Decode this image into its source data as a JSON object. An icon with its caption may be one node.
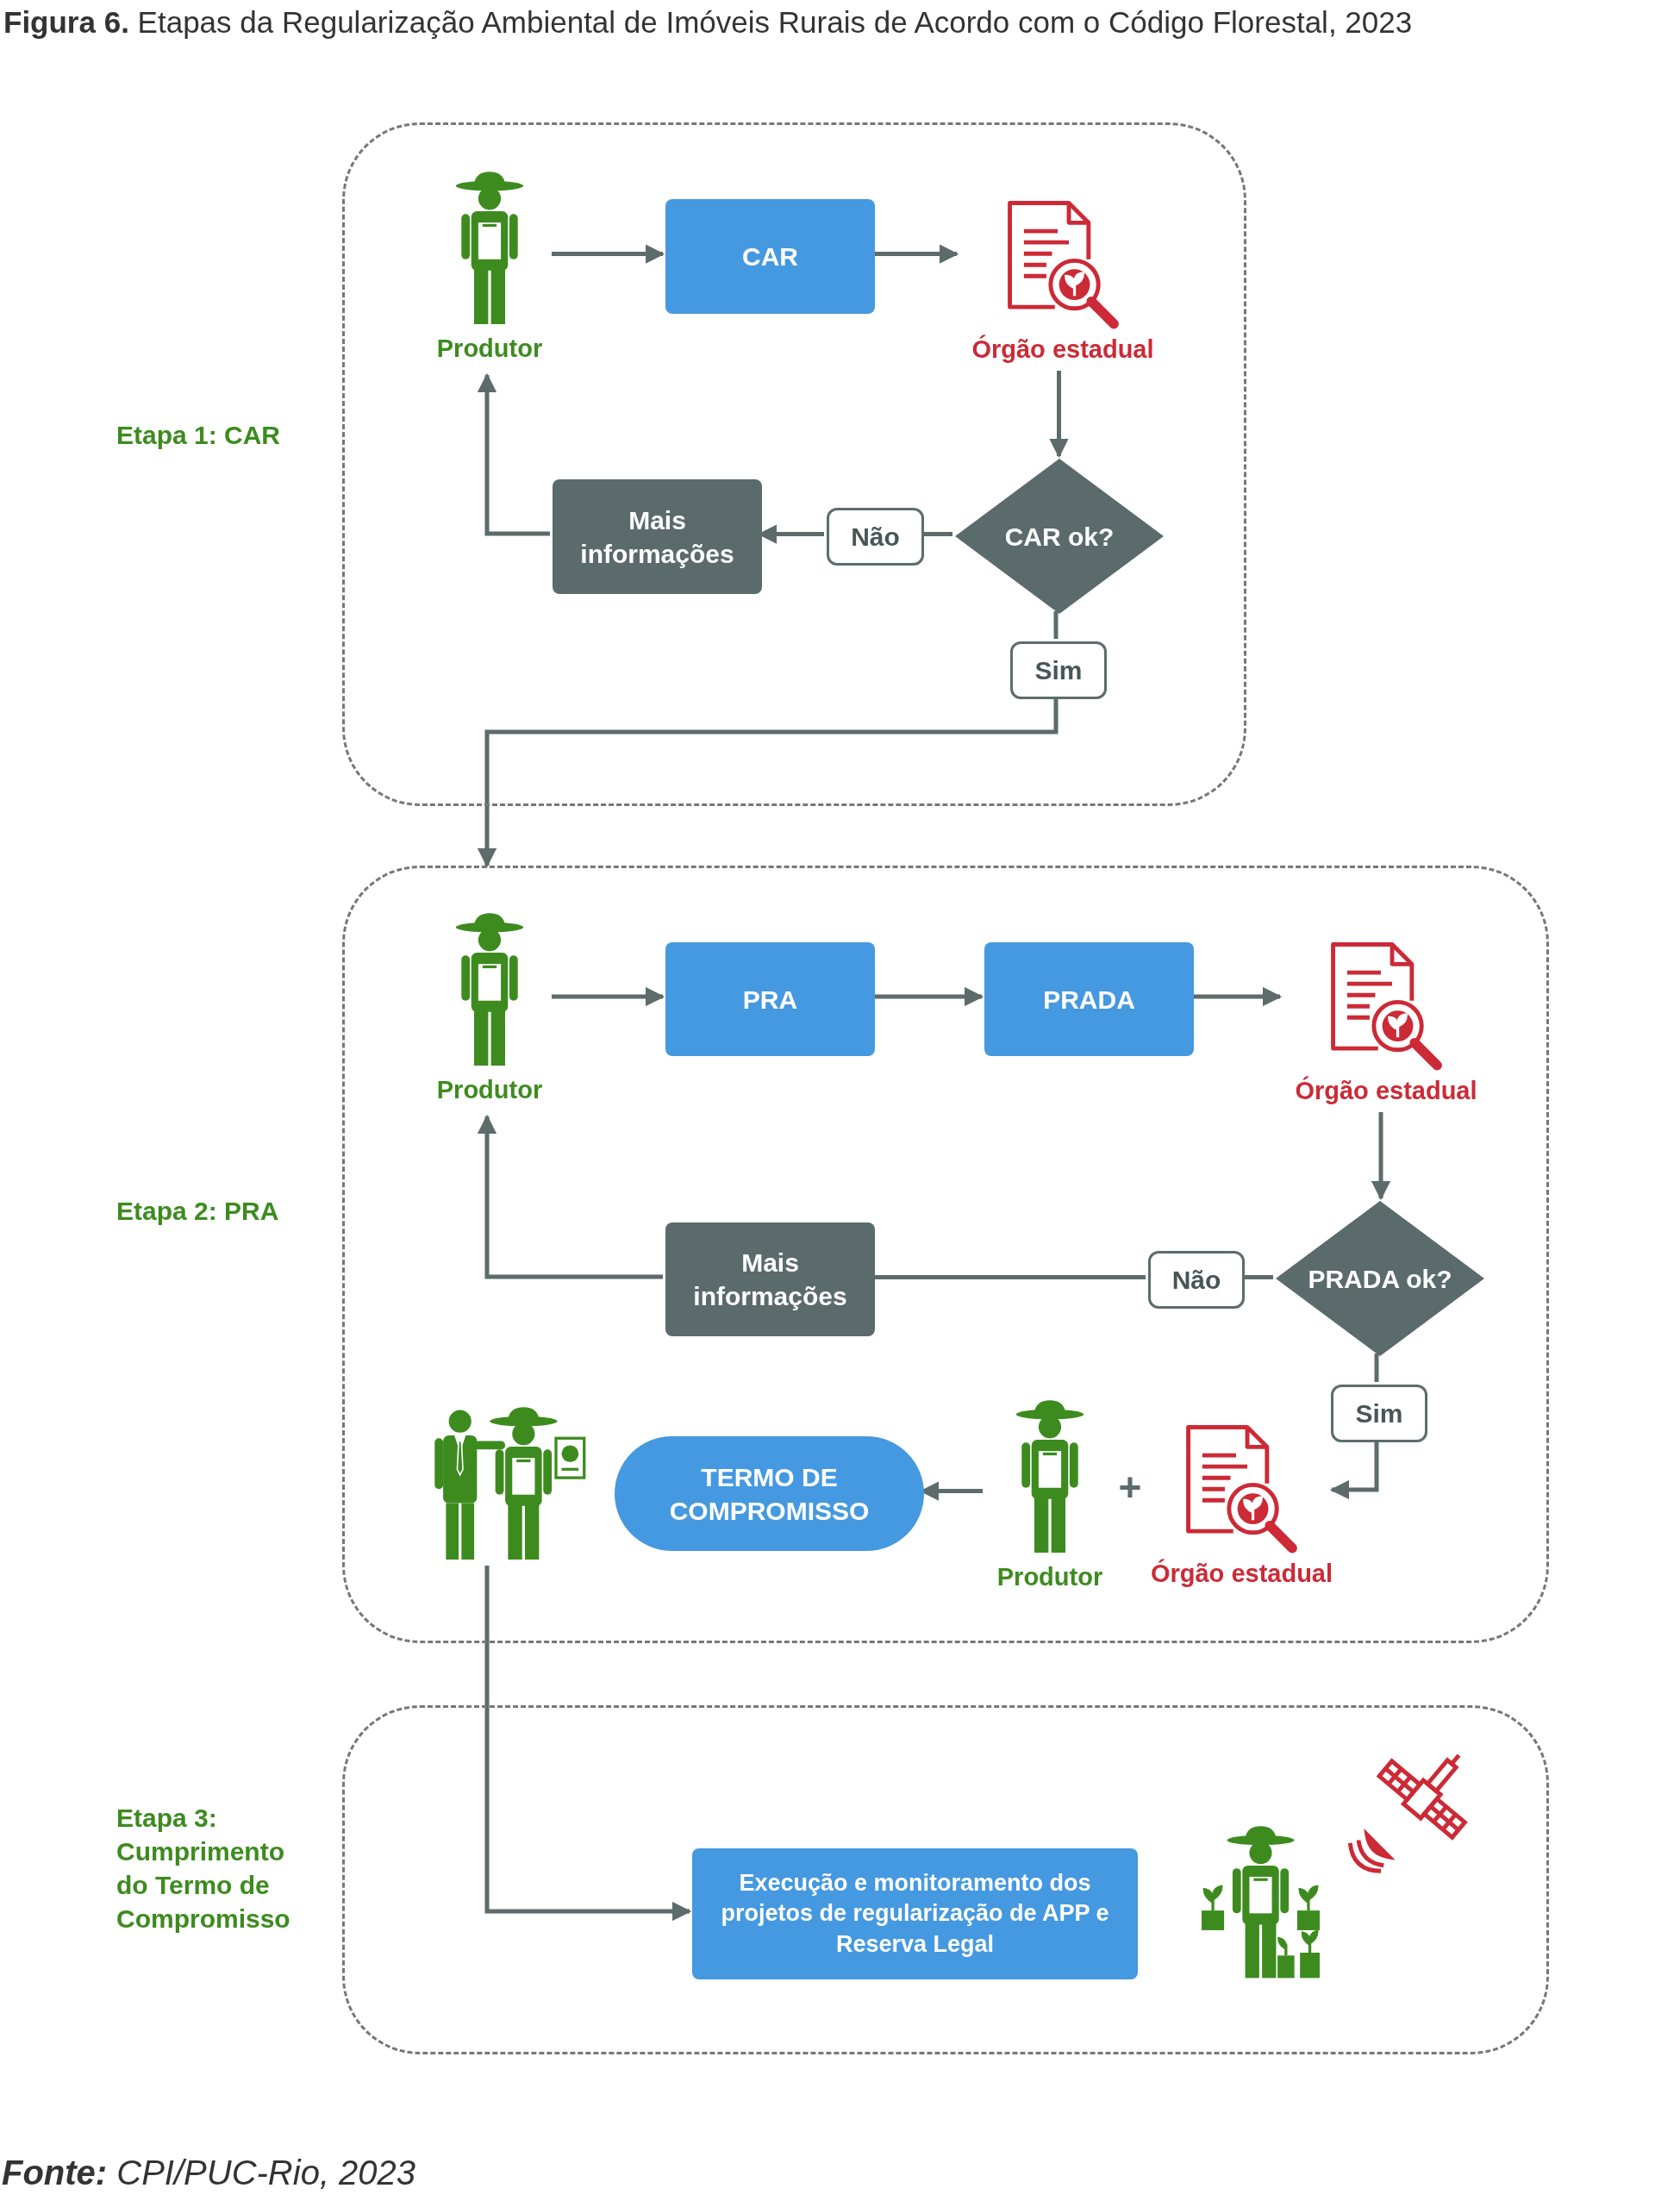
{
  "diagram": {
    "title": "**Figura 6.** Etapas da Regularização Ambiental de Imóveis Rurais de Acordo com o Código Florestal, 2023",
    "caption": "**Fonte:** CPI/PUC-Rio, 2023",
    "nodes": [
      {
        "text": [
          "Etapa 1: CAR"
        ]
      },
      {
        "text": [
          "Produtor"
        ],
        "in": 0
      },
      {
        "text": [
          "CAR"
        ],
        "in": 0
      },
      {
        "text": [
          "Órgão estadual"
        ],
        "in": 0
      },
      {
        "text": [
          "CAR ok?"
        ],
        "in": 0
      },
      {
        "text": [
          "Não"
        ],
        "in": 0
      },
      {
        "text": [
          "Mais informações"
        ],
        "in": 0
      },
      {
        "text": [
          "Sim"
        ],
        "in": 0
      },
      {
        "text": [
          "Etapa 2: PRA"
        ]
      },
      {
        "text": [
          "Produtor"
        ],
        "in": 8
      },
      {
        "text": [
          "PRA"
        ],
        "in": 8
      },
      {
        "text": [
          "PRADA"
        ],
        "in": 8
      },
      {
        "text": [
          "Órgão estadual"
        ],
        "in": 8
      },
      {
        "text": [
          "PRADA ok?"
        ],
        "in": 8
      },
      {
        "text": [
          "Não"
        ],
        "in": 8
      },
      {
        "text": [
          "Mais informações"
        ],
        "in": 8
      },
      {
        "text": [
          "Sim"
        ],
        "in": 8
      },
      {
        "text": [
          "Produtor"
        ],
        "in": 8
      },
      {
        "text": [
          "Órgão estadual"
        ],
        "in": 8
      },
      {
        "text": [
          "TERMO DE COMPROMISSO"
        ],
        "in": 8
      },
      {
        "text": [],
        "shape": "picture",
        "in": 8
      },
      {
        "text": [
          "Etapa 3: Cumprimento do Termo de Compromisso"
        ]
      },
      {
        "text": [
          "Execução e monitoramento dos projetos de regularização de APP e Reserva Legal"
        ],
        "in": 21
      }
    ],
    "edges": [
      {
        "from": 1,
        "to": 2,
        "arrow": "to"
      },
      {
        "from": 2,
        "to": 3,
        "arrow": "to"
      },
      {
        "from": 3,
        "to": 4,
        "arrow": "to"
      },
      {
        "from": 4,
        "to": 5,
        "arrow": "none"
      },
      {
        "from": 5,
        "to": 6,
        "arrow": "to"
      },
      {
        "from": 6,
        "to": 1,
        "arrow": "to"
      },
      {
        "from": 4,
        "to": 7,
        "arrow": "none"
      },
      {
        "from": 7,
        "to": 8,
        "arrow": "to"
      },
      {
        "from": 9,
        "to": 10,
        "arrow": "to"
      },
      {
        "from": 10,
        "to": 11,
        "arrow": "to"
      },
      {
        "from": 11,
        "to": 12,
        "arrow": "to"
      },
      {
        "from": 12,
        "to": 13,
        "arrow": "to"
      },
      {
        "from": 13,
        "to": 14,
        "arrow": "none"
      },
      {
        "from": 14,
        "to": 15,
        "arrow": "none"
      },
      {
        "from": 15,
        "to": 9,
        "arrow": "to"
      },
      {
        "from": 13,
        "to": 16,
        "arrow": "none"
      },
      {
        "from": 16,
        "to": 18,
        "arrow": "to"
      },
      {
        "from": 17,
        "to": 19,
        "arrow": "to"
      },
      {
        "from": 20,
        "to": 22,
        "arrow": "to"
      }
    ],
    "labels": [
      "+"
    ]
  }
}
